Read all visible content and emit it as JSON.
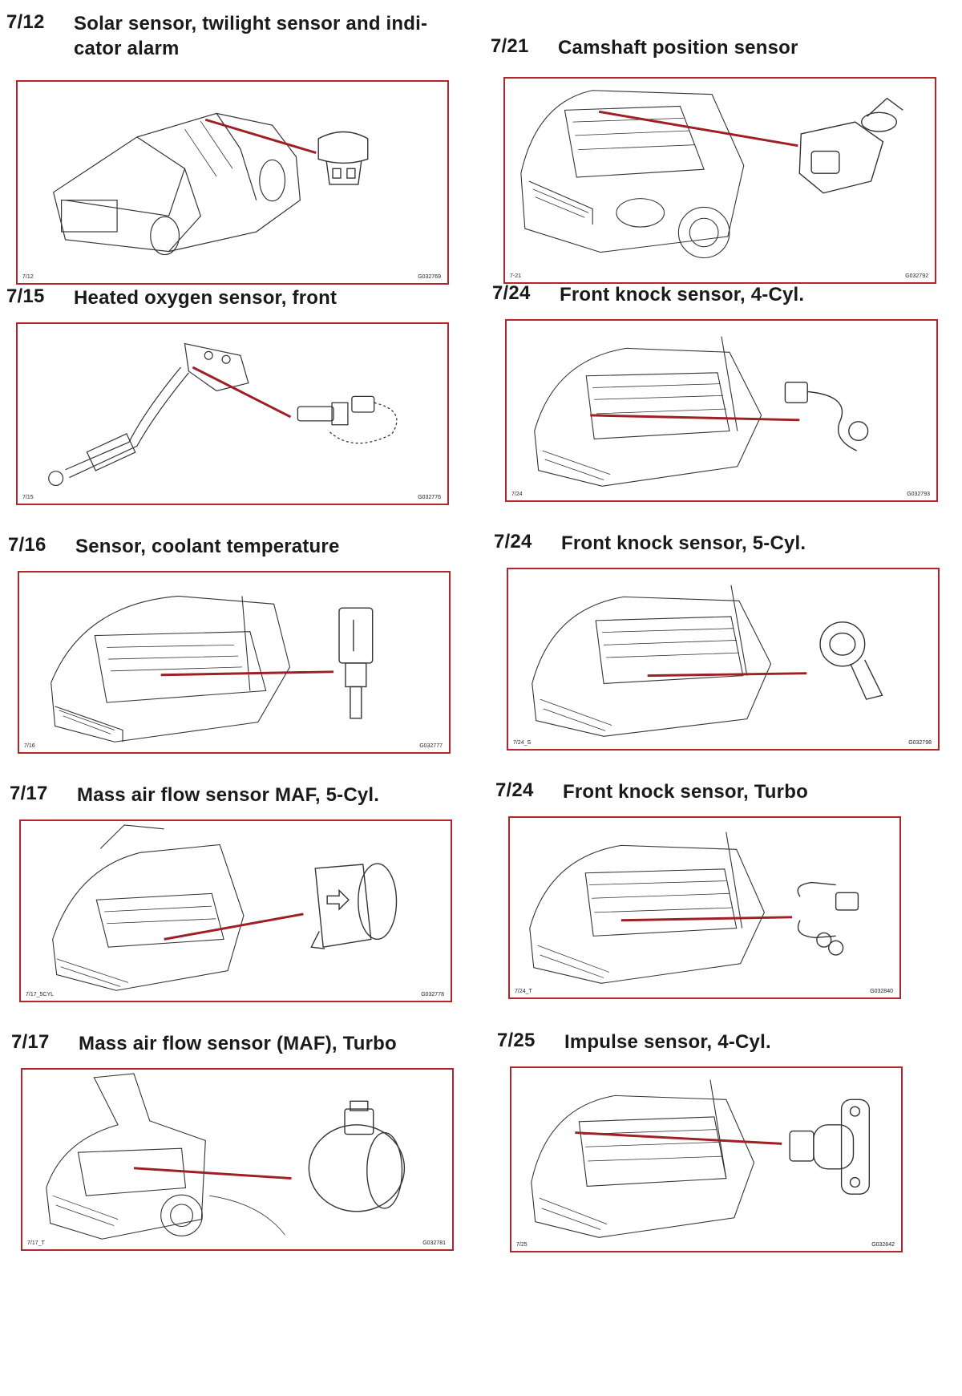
{
  "entries": [
    {
      "num": "7/12",
      "title": "Solar sensor, twilight sensor and indi-cator alarm",
      "title_line1": "Solar sensor, twilight sensor and indi-",
      "title_line2": "cator alarm",
      "ref": "7/12",
      "code": "G032769",
      "illustration": "sedan-rear-view"
    },
    {
      "num": "7/21",
      "title": "Camshaft position sensor",
      "ref": "7-21",
      "code": "G032792",
      "illustration": "engine-bay-front"
    },
    {
      "num": "7/15",
      "title": "Heated oxygen sensor, front",
      "ref": "7/15",
      "code": "G032776",
      "illustration": "exhaust-manifold"
    },
    {
      "num": "7/24",
      "title": "Front knock sensor, 4-Cyl.",
      "ref": "7/24",
      "code": "G032793",
      "illustration": "engine-bay"
    },
    {
      "num": "7/16",
      "title": "Sensor, coolant temperature",
      "ref": "7/16",
      "code": "G032777",
      "illustration": "engine-bay"
    },
    {
      "num": "7/24",
      "title": "Front knock sensor, 5-Cyl.",
      "ref": "7/24_S",
      "code": "G032798",
      "illustration": "engine-bay"
    },
    {
      "num": "7/17",
      "title": "Mass air flow sensor MAF, 5-Cyl.",
      "ref": "7/17_5CYL",
      "code": "G032778",
      "illustration": "engine-bay"
    },
    {
      "num": "7/24",
      "title": "Front knock sensor, Turbo",
      "ref": "7/24_T",
      "code": "G032840",
      "illustration": "engine-bay"
    },
    {
      "num": "7/17",
      "title": "Mass air flow sensor (MAF), Turbo",
      "ref": "7/17_T",
      "code": "G032781",
      "illustration": "engine-bay-front"
    },
    {
      "num": "7/25",
      "title": "Impulse sensor, 4-Cyl.",
      "ref": "7/25",
      "code": "G032842",
      "illustration": "engine-bay"
    }
  ],
  "colors": {
    "frame": "#b5262b",
    "leader": "#9e1f24",
    "ink": "#333333"
  }
}
